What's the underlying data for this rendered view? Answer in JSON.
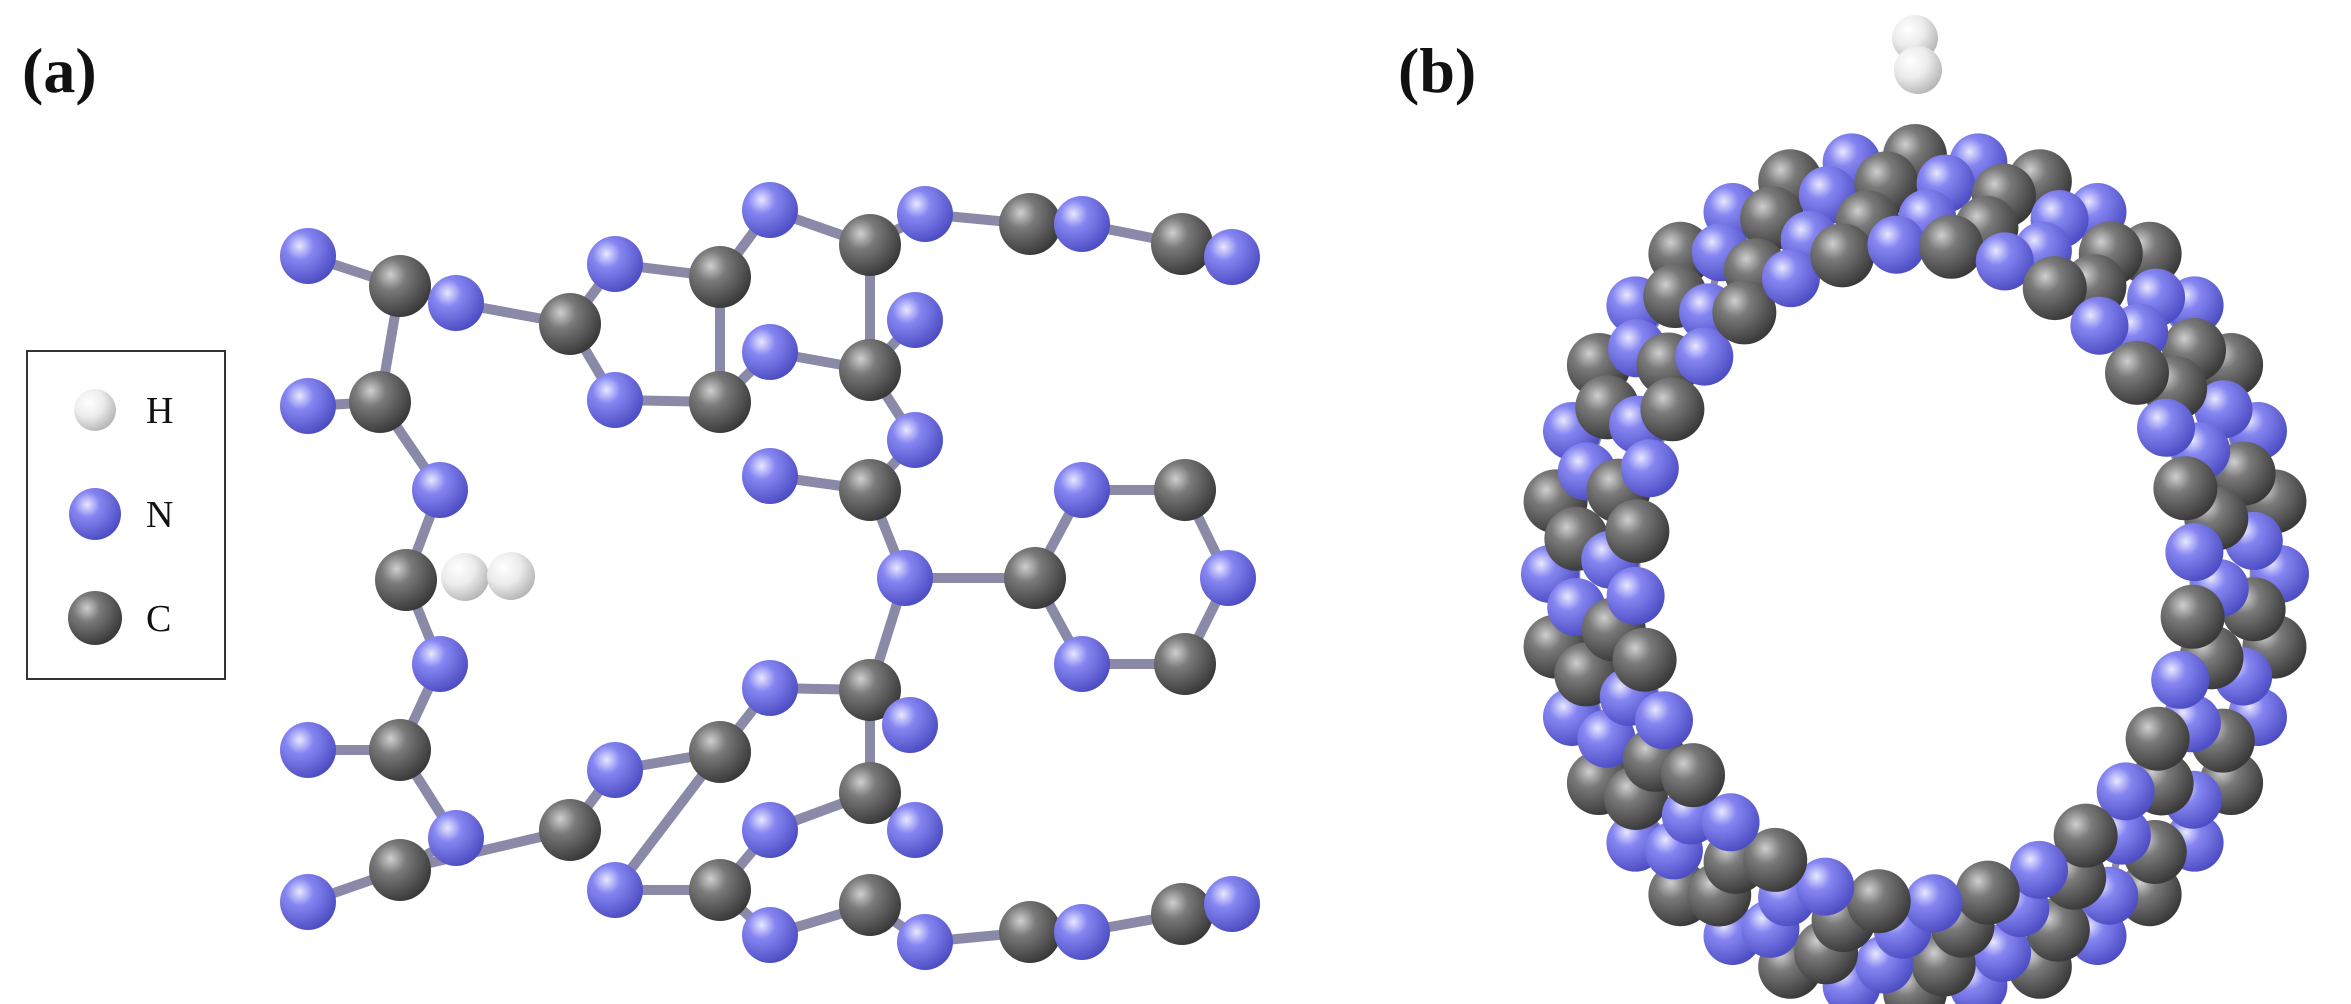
{
  "figure": {
    "panel_labels": [
      "(a)",
      "(b)"
    ],
    "legend": {
      "items": [
        {
          "label": "H",
          "color": "#e6e6e6"
        },
        {
          "label": "N",
          "color": "#7f7ff0"
        },
        {
          "label": "C",
          "color": "#5e5e5e"
        }
      ]
    },
    "colors": {
      "carbon": "#5e5e5e",
      "nitrogen": "#7f7ff0",
      "hydrogen": "#e6e6e6",
      "bond": "#8a8aa8",
      "background": "#ffffff"
    }
  }
}
